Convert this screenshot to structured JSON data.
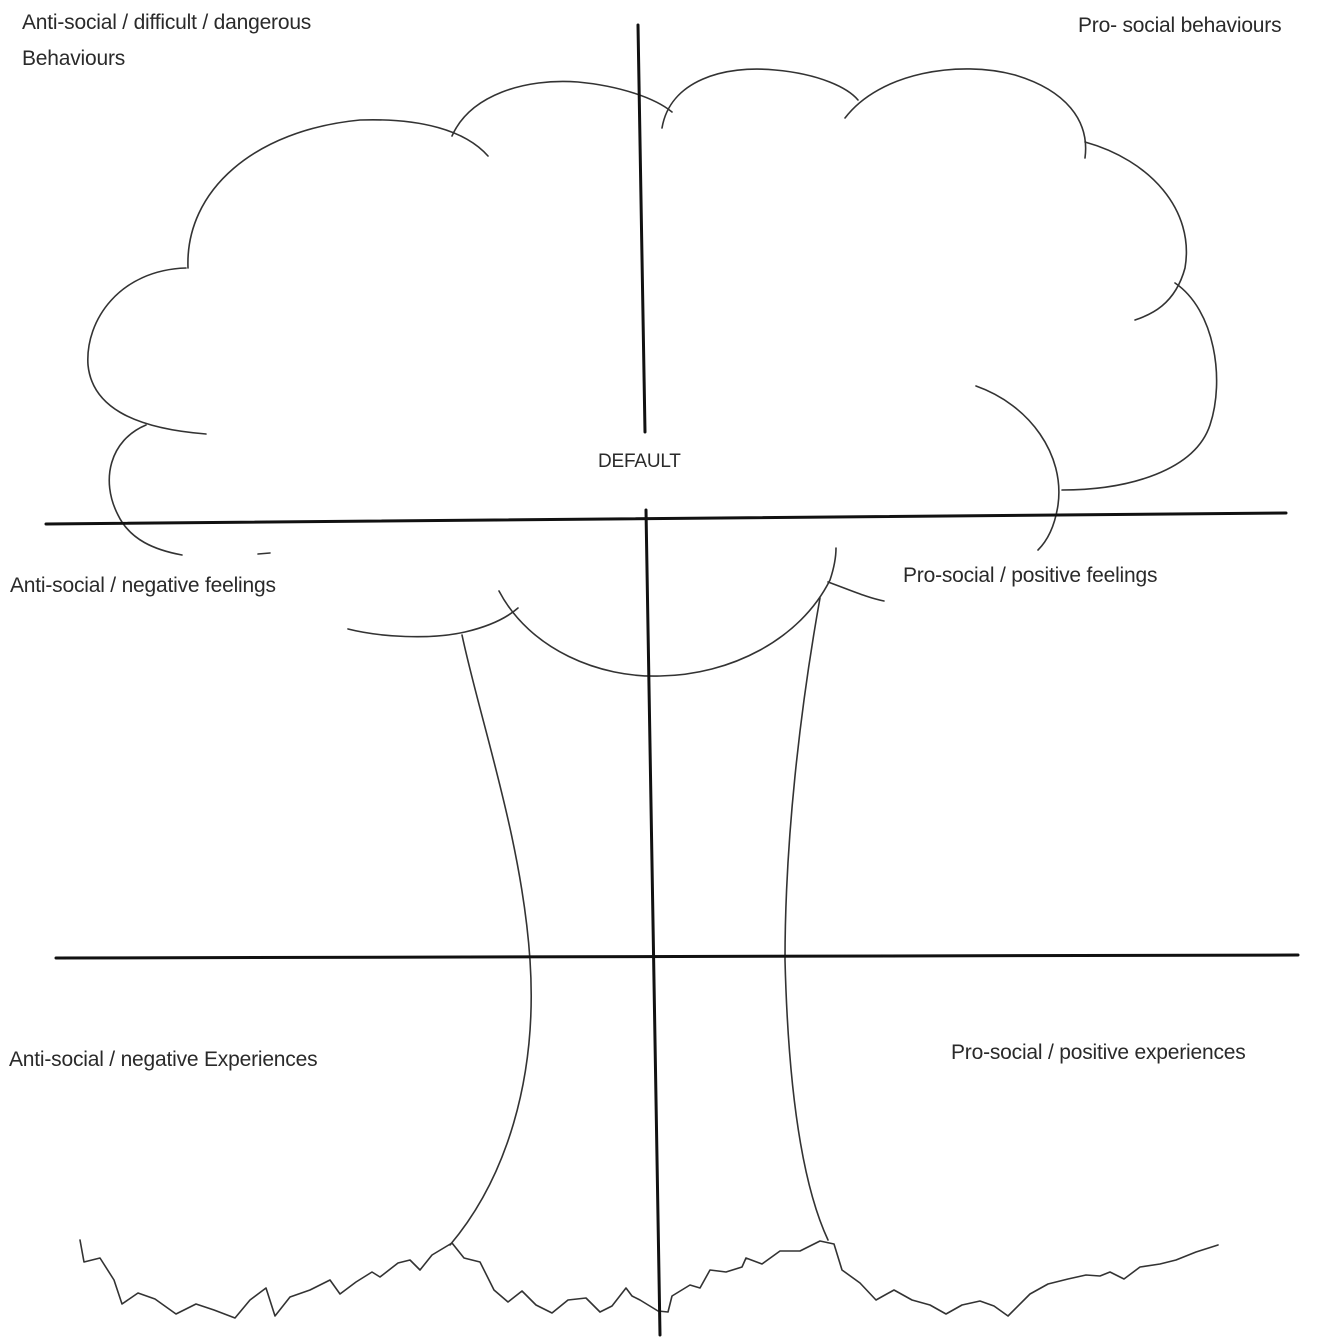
{
  "diagram": {
    "labels": {
      "top_left_line1": "Anti-social / difficult / dangerous",
      "top_left_line2": "Behaviours",
      "top_right": "Pro- social behaviours",
      "middle_left": "Anti-social / negative feelings",
      "middle_right": "Pro-social / positive feelings",
      "bottom_left": "Anti-social / negative Experiences",
      "bottom_right": "Pro-social / positive experiences",
      "center": "DEFAULT"
    },
    "colors": {
      "line": "#111111",
      "outline": "#333333",
      "text": "#2a2a2a",
      "background": "#ffffff"
    }
  }
}
